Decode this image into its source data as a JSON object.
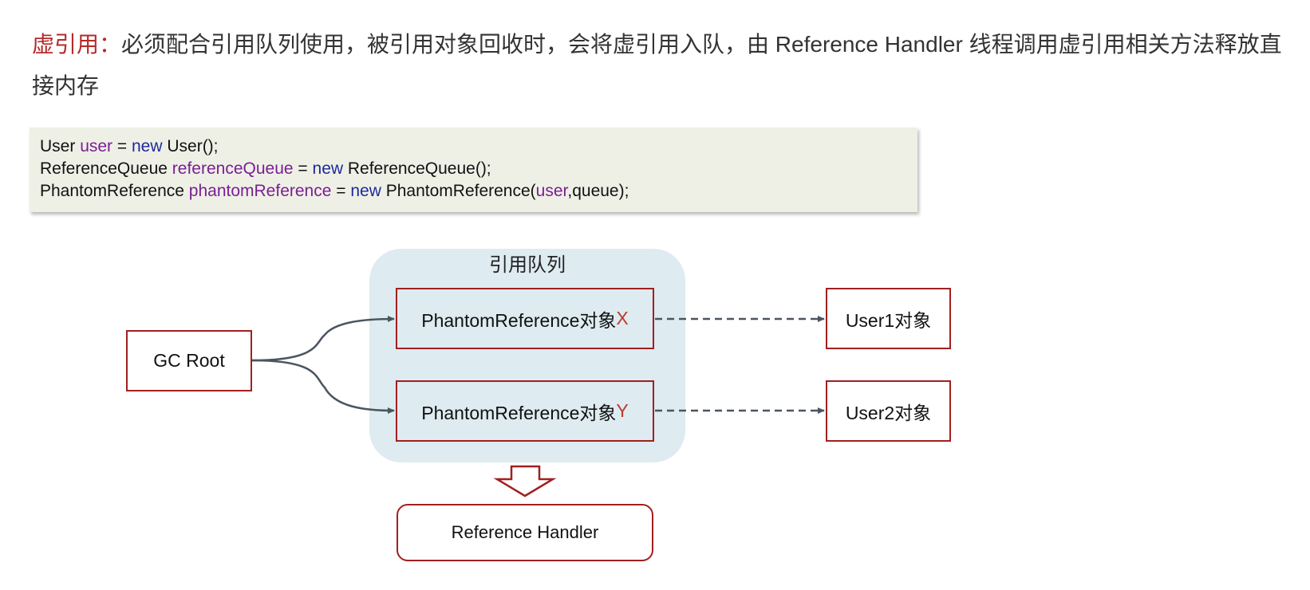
{
  "intro": {
    "term": "虚引用：",
    "text": "必须配合引用队列使用，被引用对象回收时，会将虚引用入队，由 Reference Handler 线程调用虚引用相关方法释放直接内存"
  },
  "code": {
    "line1": {
      "type": "User",
      "var": "user",
      "eq": " = ",
      "kw": "new",
      "rest": " User();"
    },
    "line2": {
      "type": "ReferenceQueue",
      "var": "referenceQueue",
      "eq": " = ",
      "kw": "new",
      "rest": " ReferenceQueue();"
    },
    "line3": {
      "type": "PhantomReference",
      "var": "phantomReference",
      "eq": " = ",
      "kw": "new",
      "pre": " PhantomReference(",
      "arg": "user",
      "post": ",queue);"
    }
  },
  "diagram": {
    "queue_title": "引用队列",
    "gc_root": "GC Root",
    "ref_x": {
      "label": "PhantomReference对象",
      "letter": "X"
    },
    "ref_y": {
      "label": "PhantomReference对象",
      "letter": "Y"
    },
    "user1": "User1对象",
    "user2": "User2对象",
    "handler": "Reference Handler"
  },
  "colors": {
    "term": "#b52a2a",
    "keyword": "#1f2a9c",
    "variable": "#7b1f92",
    "box_border": "#a02020",
    "queue_bg": "#deebf1",
    "code_bg": "#eef0e6",
    "connector": "#4a5560"
  }
}
